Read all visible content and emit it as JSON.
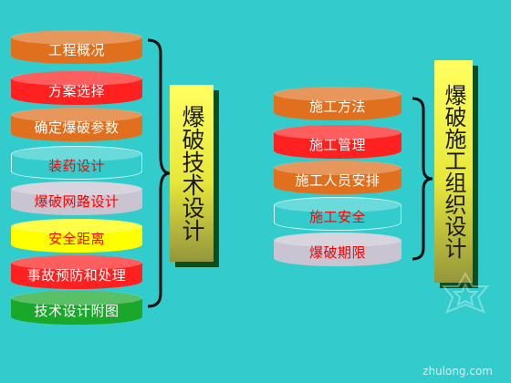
{
  "left_stack": [
    {
      "label": "工程概况",
      "style": "orange"
    },
    {
      "label": "方案选择",
      "style": "red"
    },
    {
      "label": "确定爆破参数",
      "style": "orange"
    },
    {
      "label": "装药设计",
      "style": "cyan"
    },
    {
      "label": "爆破网路设计",
      "style": "gray"
    },
    {
      "label": "安全距离",
      "style": "yellow"
    },
    {
      "label": "事故预防和处理",
      "style": "red"
    },
    {
      "label": "技术设计附图",
      "style": "green"
    }
  ],
  "left_title": "爆破技术设计",
  "right_stack": [
    {
      "label": "施工方法",
      "style": "orange"
    },
    {
      "label": "施工管理",
      "style": "red"
    },
    {
      "label": "施工人员安排",
      "style": "orange"
    },
    {
      "label": "施工安全",
      "style": "cyan"
    },
    {
      "label": "爆破期限",
      "style": "gray"
    }
  ],
  "right_title": "爆破施工组织设计",
  "watermark": "zhulong.com"
}
